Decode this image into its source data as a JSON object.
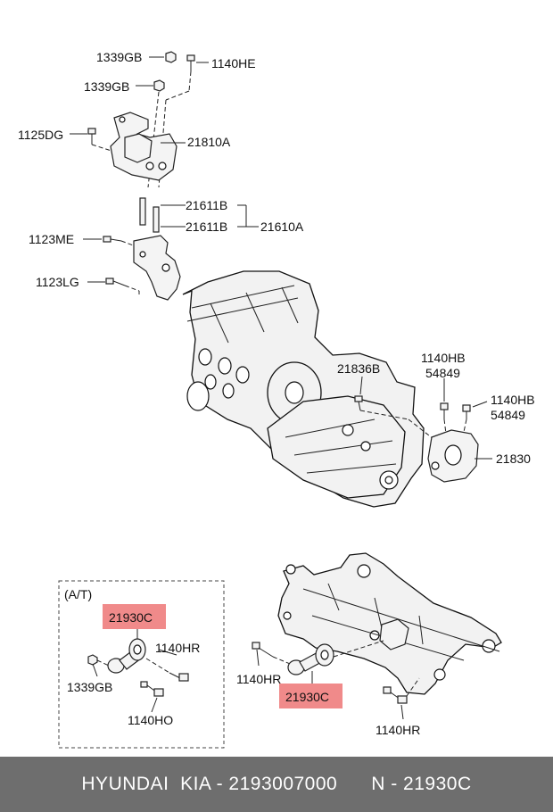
{
  "labels": {
    "c1339gb_a": "1339GB",
    "c1140he": "1140HE",
    "c1339gb_b": "1339GB",
    "c1125dg": "1125DG",
    "c21810a": "21810A",
    "c21611b_a": "21611B",
    "c21611b_b": "21611B",
    "c21610a": "21610A",
    "c1123me": "1123ME",
    "c1123lg": "1123LG",
    "c21836b": "21836B",
    "c1140hb_a": "1140HB",
    "c54849_a": "54849",
    "c1140hb_b": "1140HB",
    "c54849_b": "54849",
    "c21830": "21830",
    "at_box": "(A/T)",
    "c21930c_a": "21930C",
    "c1140hr_a": "1140HR",
    "c1339gb_c": "1339GB",
    "c1140ho": "1140HO",
    "c1140hr_b": "1140HR",
    "c21930c_b": "21930C",
    "c1140hr_c": "1140HR"
  },
  "colors": {
    "highlight": "#f08a8a",
    "footer_bg": "#6e6e6e",
    "footer_text": "#ffffff"
  },
  "footer": {
    "text": "HYUNDAI  KIA - 2193007000      N - 21930C"
  }
}
